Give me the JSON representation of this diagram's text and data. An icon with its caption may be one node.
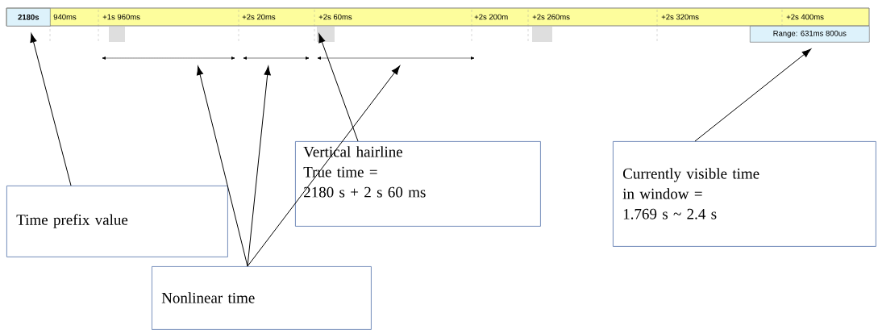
{
  "diagram": {
    "nodes": [
      {
        "text": [
          "2180s"
        ]
      },
      {
        "text": [
          "Range: 631ms 800us"
        ]
      },
      {
        "text": [
          "Time prefix value"
        ]
      },
      {
        "text": [
          "Vertical hairline",
          "True time =",
          "2180 s + 2 s 60 ms"
        ]
      },
      {
        "text": [
          "Currently visible time",
          "in window =",
          "1.769 s ~ 2.4 s"
        ]
      },
      {
        "text": [
          "Nonlinear time"
        ]
      }
    ],
    "edges": [
      {
        "from": 2,
        "to": 0,
        "arrow": "to"
      },
      {
        "from": 3,
        "to": null,
        "arrow": "to"
      },
      {
        "from": 4,
        "to": 1,
        "arrow": "to"
      },
      {
        "from": 5,
        "to": null,
        "arrow": "to"
      },
      {
        "from": 5,
        "to": null,
        "arrow": "to"
      },
      {
        "from": 5,
        "to": null,
        "arrow": "to"
      }
    ],
    "labels": [
      "940ms",
      "+1s 960ms",
      "+2s 20ms",
      "+2s 60ms",
      "+2s 200m",
      "+2s 260ms",
      "+2s 320ms",
      "+2s 400ms"
    ]
  }
}
